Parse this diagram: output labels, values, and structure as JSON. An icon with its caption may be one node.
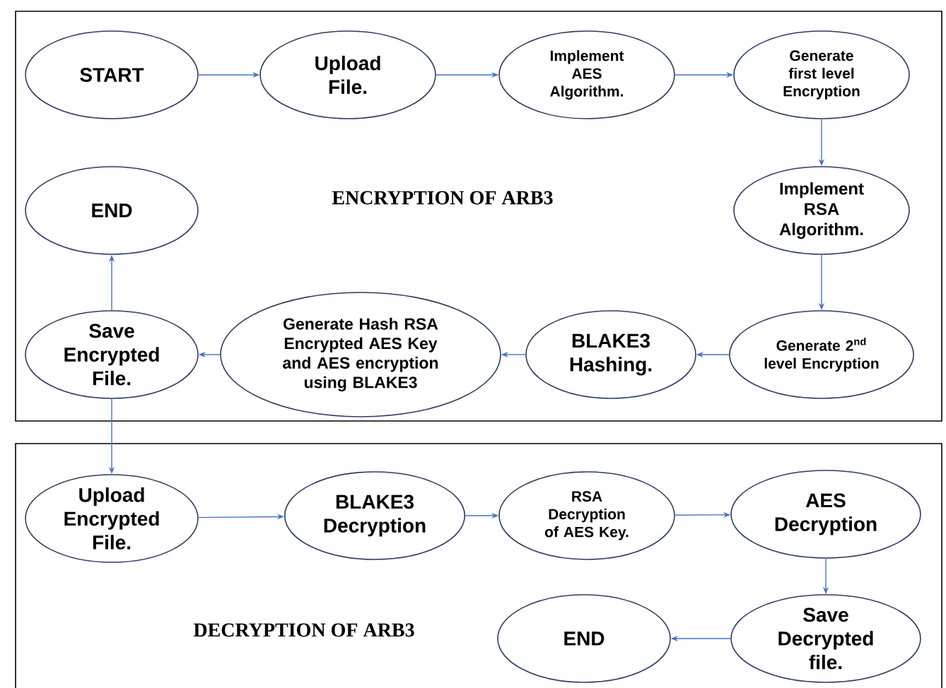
{
  "diagram": {
    "nodes": [
      {
        "text": [
          "ENCRYPTION  OF ARB3"
        ]
      },
      {
        "text": [
          "START"
        ],
        "in": 0
      },
      {
        "text": [
          "Upload File."
        ],
        "in": 0
      },
      {
        "text": [
          "Implement AES Algorithm."
        ],
        "in": 0
      },
      {
        "text": [
          "Generate first level Encryption"
        ],
        "in": 0
      },
      {
        "text": [
          "Implement RSA Algorithm."
        ],
        "in": 0
      },
      {
        "text": [
          "Generate 2$^{nd}$ level Encryption"
        ],
        "in": 0
      },
      {
        "text": [
          "BLAKE3 Hashing."
        ],
        "in": 0
      },
      {
        "text": [
          "Generate Hash RSA Encrypted AES Key and AES encryption using BLAKE3"
        ],
        "in": 0
      },
      {
        "text": [
          "Save Encrypted File."
        ],
        "in": 0
      },
      {
        "text": [
          "END"
        ],
        "in": 0
      },
      {
        "text": [
          "DECRYPTION OF ARB3"
        ]
      },
      {
        "text": [
          "Upload Encrypted File."
        ],
        "in": 11
      },
      {
        "text": [
          "BLAKE3 Decryption"
        ],
        "in": 11
      },
      {
        "text": [
          "RSA Decryption of AES Key."
        ],
        "in": 11
      },
      {
        "text": [
          "AES Decryption"
        ],
        "in": 11
      },
      {
        "text": [
          "Save Decrypted file."
        ],
        "in": 11
      },
      {
        "text": [
          "END"
        ],
        "in": 11
      }
    ],
    "edges": [
      {
        "from": 1,
        "to": 2,
        "arrow": "to"
      },
      {
        "from": 2,
        "to": 3,
        "arrow": "to"
      },
      {
        "from": 3,
        "to": 4,
        "arrow": "to"
      },
      {
        "from": 4,
        "to": 5,
        "arrow": "to"
      },
      {
        "from": 5,
        "to": 6,
        "arrow": "to"
      },
      {
        "from": 6,
        "to": 7,
        "arrow": "to"
      },
      {
        "from": 7,
        "to": 8,
        "arrow": "to"
      },
      {
        "from": 8,
        "to": 9,
        "arrow": "to"
      },
      {
        "from": 9,
        "to": 10,
        "arrow": "to"
      },
      {
        "from": 9,
        "to": 12,
        "arrow": "to"
      },
      {
        "from": 12,
        "to": 13,
        "arrow": "to"
      },
      {
        "from": 13,
        "to": 14,
        "arrow": "to"
      },
      {
        "from": 14,
        "to": 15,
        "arrow": "to"
      },
      {
        "from": 15,
        "to": 16,
        "arrow": "to"
      },
      {
        "from": 16,
        "to": 17,
        "arrow": "to"
      }
    ]
  }
}
